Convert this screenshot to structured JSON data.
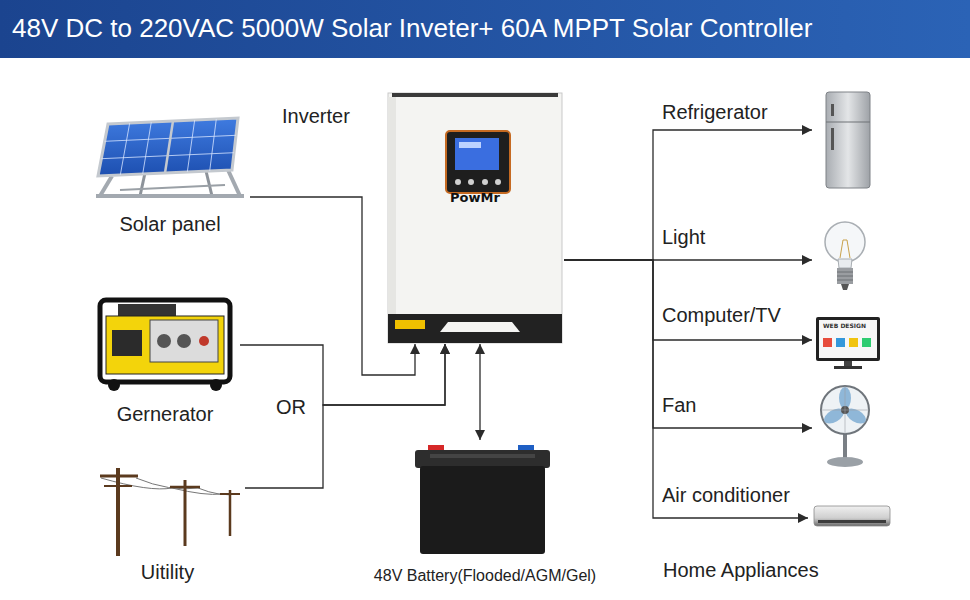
{
  "diagram": {
    "title": "48V DC to 220VAC 5000W Solar Inveter+ 60A MPPT Solar Controller",
    "nodes": [
      {
        "text": [
          "Solar panel"
        ]
      },
      {
        "text": [
          "Gernerator"
        ]
      },
      {
        "text": [
          "Uitility"
        ]
      },
      {
        "text": [
          "Inverter",
          "PowMr"
        ]
      },
      {
        "text": [
          "48V Battery(Flooded/AGM/Gel)"
        ]
      },
      {
        "text": [
          "Refrigerator"
        ]
      },
      {
        "text": [
          "Light"
        ]
      },
      {
        "text": [
          "Computer/TV"
        ]
      },
      {
        "text": [
          "Fan"
        ]
      },
      {
        "text": [
          "Air conditioner"
        ]
      }
    ],
    "edges": [
      {
        "from": 0,
        "to": 3,
        "arrow": "to"
      },
      {
        "from": 1,
        "to": 3,
        "arrow": "to"
      },
      {
        "from": 2,
        "to": 3,
        "arrow": "to"
      },
      {
        "from": 3,
        "to": 4,
        "arrow": "both"
      },
      {
        "from": 3,
        "to": 5,
        "arrow": "to"
      },
      {
        "from": 3,
        "to": 6,
        "arrow": "to"
      },
      {
        "from": 3,
        "to": 7,
        "arrow": "to"
      },
      {
        "from": 3,
        "to": 8,
        "arrow": "to"
      },
      {
        "from": 3,
        "to": 9,
        "arrow": "to"
      }
    ],
    "labels": [
      "OR",
      "WEB DESIGN",
      "Home Appliances"
    ]
  }
}
